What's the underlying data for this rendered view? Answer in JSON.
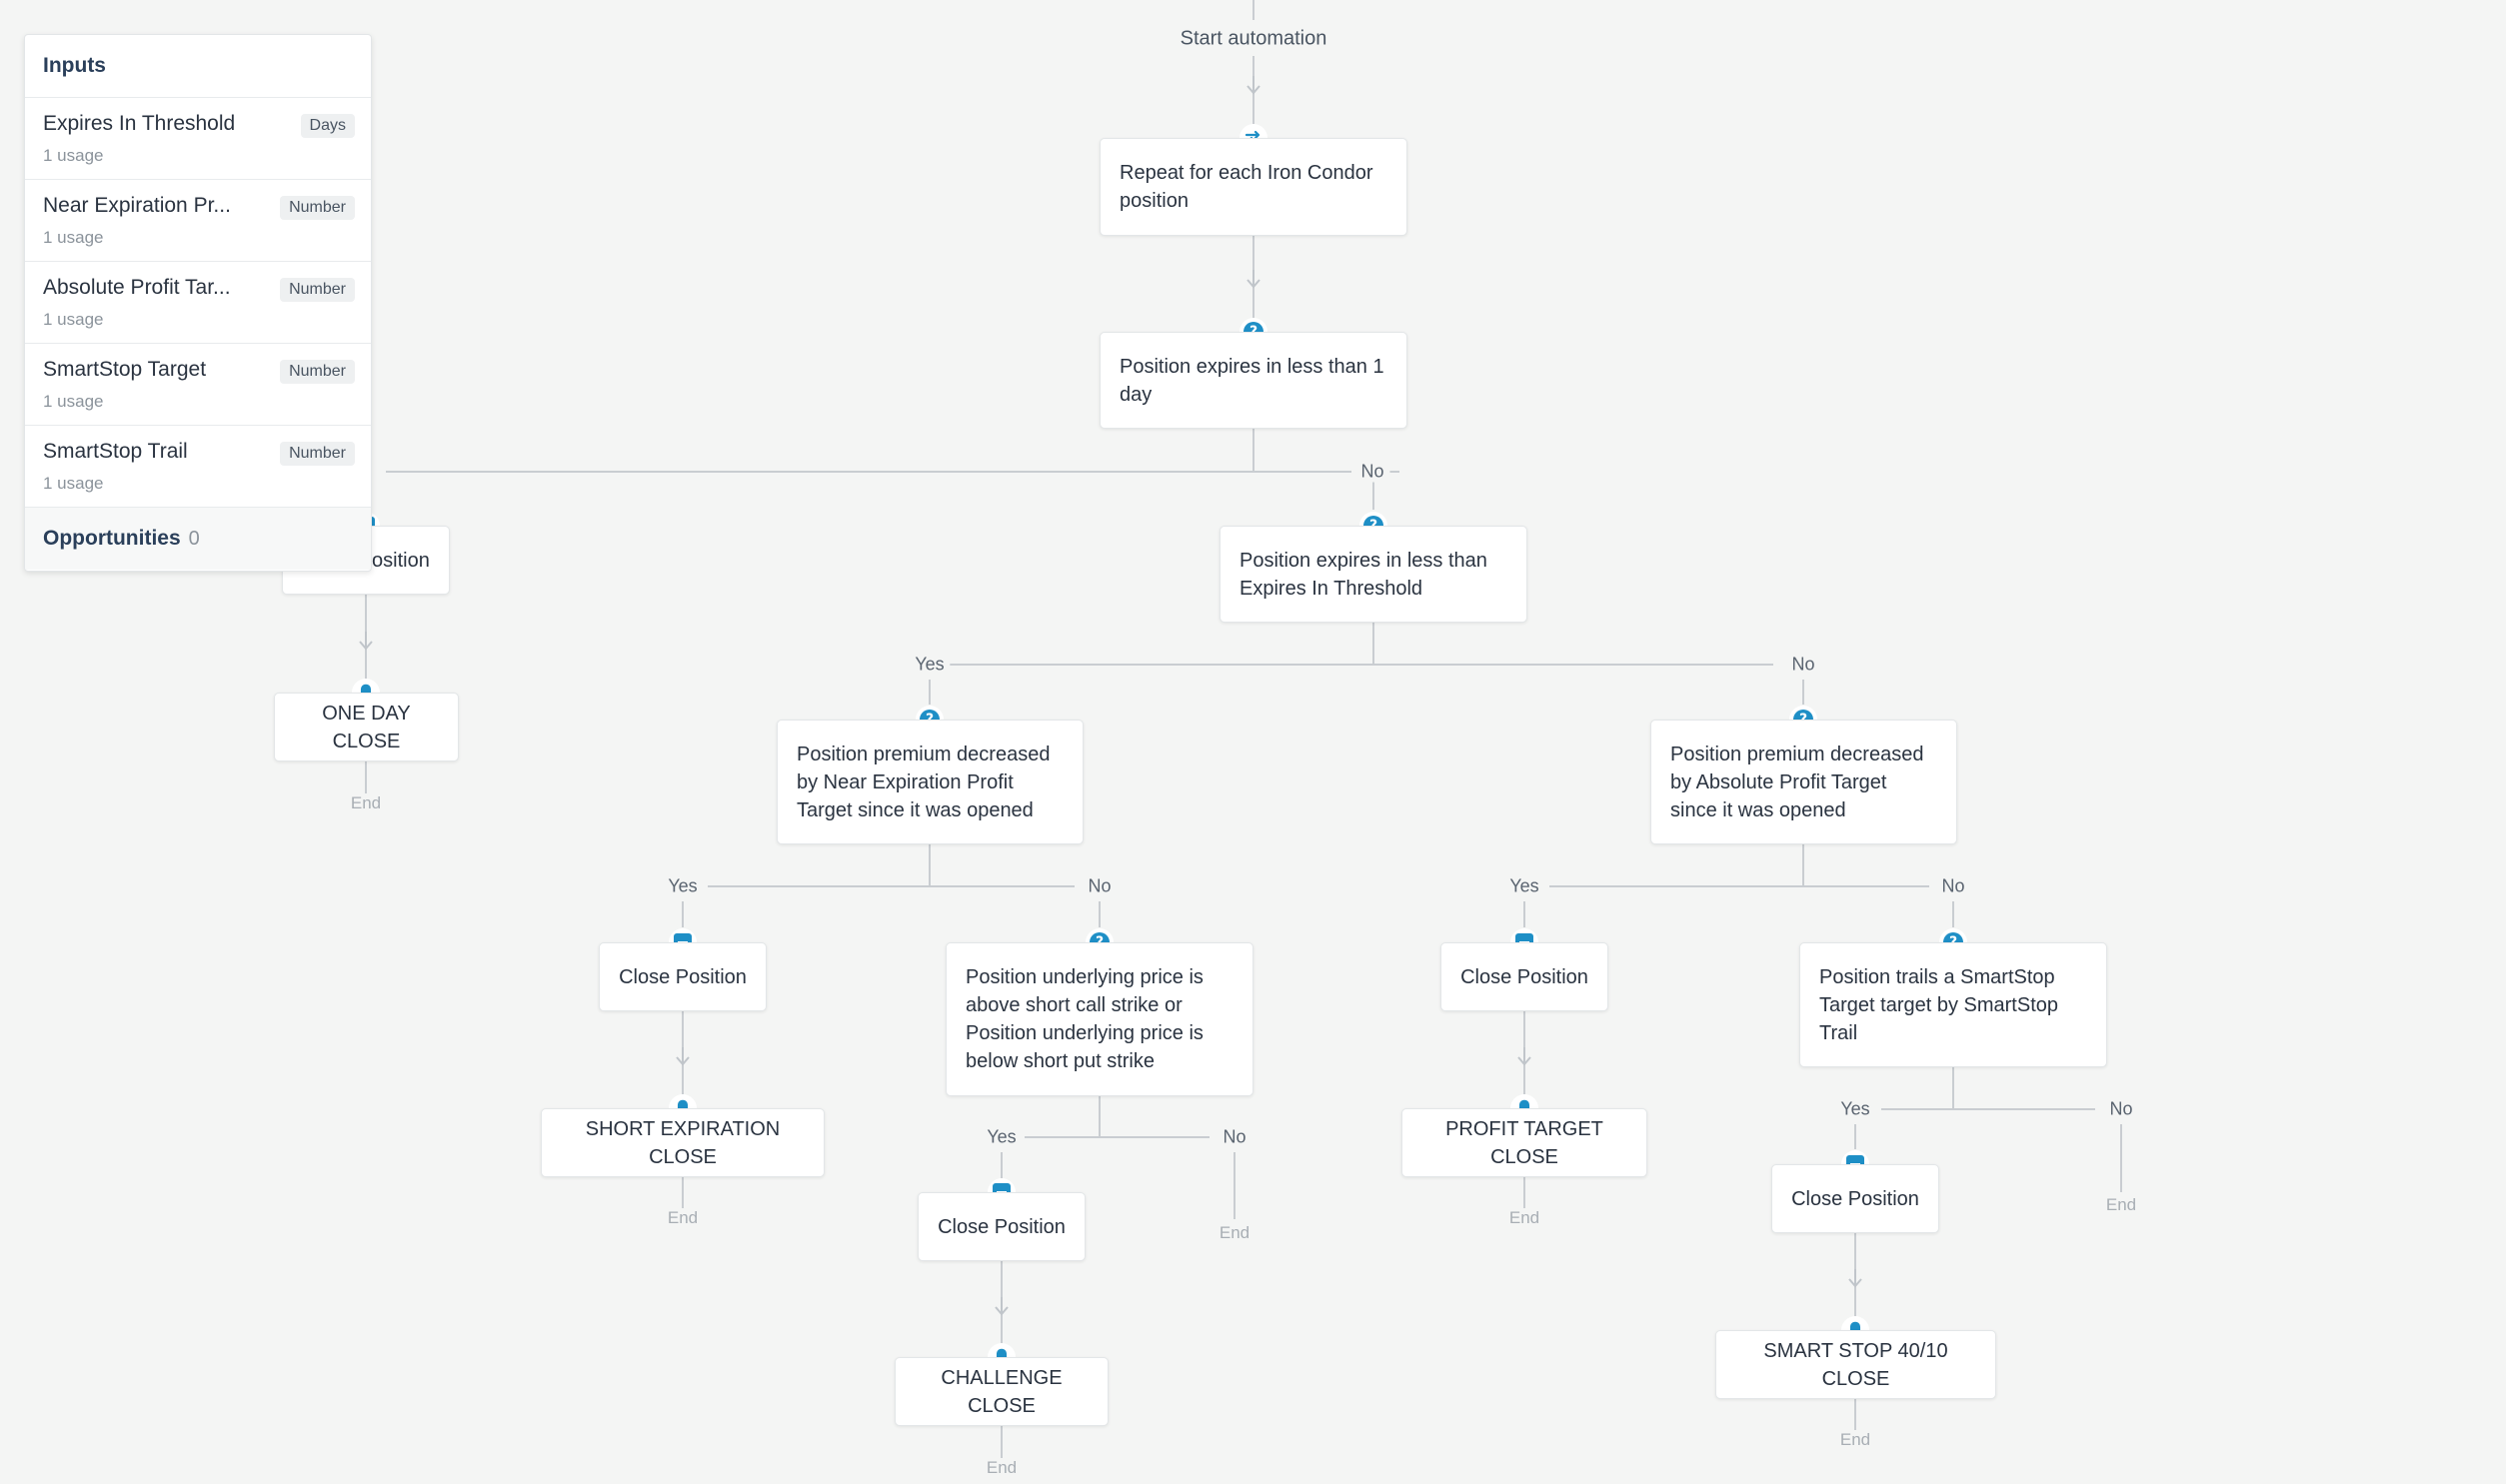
{
  "flow": {
    "start_label": "Start automation",
    "yes_label": "Yes",
    "no_label": "No",
    "end_label": "End",
    "nodes": {
      "repeat": "Repeat for each Iron Condor position",
      "cond_one_day": "Position expires in less than 1 day",
      "close_one_day": "Close Position",
      "alert_one_day": "ONE DAY CLOSE",
      "cond_threshold": "Position expires in less than Expires In Threshold",
      "cond_near_profit": "Position premium decreased by Near Expiration Profit Target since it was opened",
      "cond_abs_profit": "Position premium decreased by Absolute Profit Target since it was opened",
      "close_short_exp": "Close Position",
      "alert_short_exp": "SHORT EXPIRATION CLOSE",
      "cond_strike": "Position underlying price is above short call strike or Position underlying price is below short put strike",
      "close_challenge": "Close Position",
      "alert_challenge": "CHALLENGE CLOSE",
      "close_profit": "Close Position",
      "alert_profit": "PROFIT TARGET CLOSE",
      "cond_smartstop": "Position trails a SmartStop Target target by SmartStop Trail",
      "close_smartstop": "Close Position",
      "alert_smartstop": "SMART STOP 40/10 CLOSE"
    }
  },
  "inputs_panel": {
    "title": "Inputs",
    "items": [
      {
        "name": "Expires In Threshold",
        "usage": "1 usage",
        "type": "Days"
      },
      {
        "name": "Near Expiration Pr...",
        "usage": "1 usage",
        "type": "Number"
      },
      {
        "name": "Absolute Profit Tar...",
        "usage": "1 usage",
        "type": "Number"
      },
      {
        "name": "SmartStop Target",
        "usage": "1 usage",
        "type": "Number"
      },
      {
        "name": "SmartStop Trail",
        "usage": "1 usage",
        "type": "Number"
      }
    ],
    "footer_title": "Opportunities",
    "footer_count": "0"
  },
  "colors": {
    "background": "#f4f5f4",
    "accent": "#1e8fc6",
    "wire": "#c9cdd1"
  },
  "icons": {
    "repeat": "repeat-icon",
    "condition": "question-icon",
    "close_action": "close-position-icon",
    "alert": "bell-icon"
  }
}
